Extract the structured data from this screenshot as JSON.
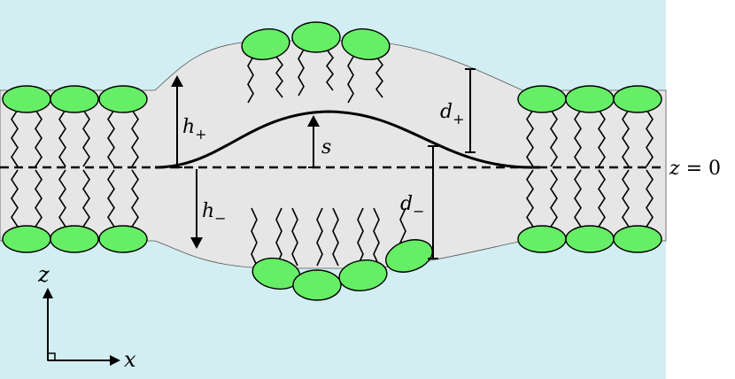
{
  "labels": {
    "h_plus": "h",
    "h_plus_sub": "+",
    "h_minus": "h",
    "h_minus_sub": "−",
    "s": "s",
    "d_plus": "d",
    "d_plus_sub": "+",
    "d_minus": "d",
    "d_minus_sub": "−",
    "z_eq_var": "z",
    "z_eq_rest": " = 0",
    "axis_z": "z",
    "axis_x": "x"
  },
  "colors": {
    "water": "#d3eef2",
    "membrane": "#e6e6e6",
    "headgroup": "#66ee66",
    "line": "#000000"
  }
}
